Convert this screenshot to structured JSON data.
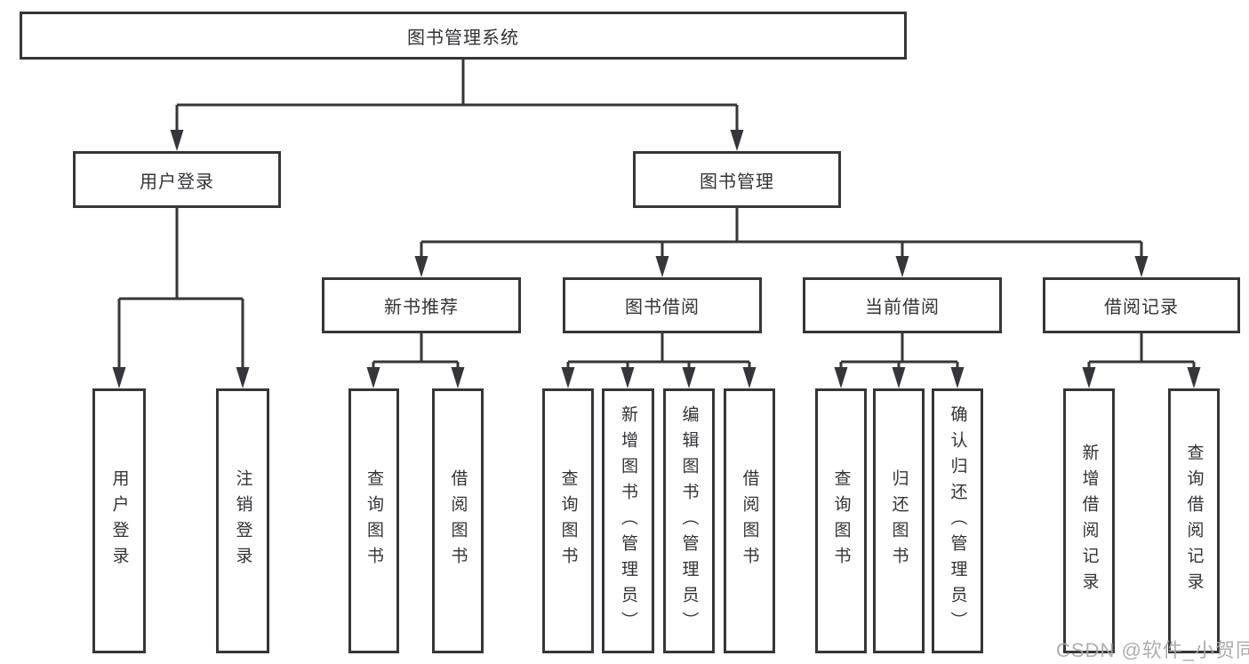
{
  "diagram_title": "图书管理系统",
  "tree": {
    "label": "图书管理系统",
    "children": [
      {
        "label": "用户登录",
        "children": [
          {
            "label": "用户登录"
          },
          {
            "label": "注销登录"
          }
        ]
      },
      {
        "label": "图书管理",
        "children": [
          {
            "label": "新书推荐",
            "children": [
              {
                "label": "查询图书"
              },
              {
                "label": "借阅图书"
              }
            ]
          },
          {
            "label": "图书借阅",
            "children": [
              {
                "label": "查询图书"
              },
              {
                "label": "新增图书（管理员）"
              },
              {
                "label": "编辑图书（管理员）"
              },
              {
                "label": "借阅图书"
              }
            ]
          },
          {
            "label": "当前借阅",
            "children": [
              {
                "label": "查询图书"
              },
              {
                "label": "归还图书"
              },
              {
                "label": "确认归还（管理员）"
              }
            ]
          },
          {
            "label": "借阅记录",
            "children": [
              {
                "label": "新增借阅记录"
              },
              {
                "label": "查询借阅记录"
              }
            ]
          }
        ]
      }
    ]
  },
  "watermark": {
    "text": "CSDN @软件_小贺同学"
  },
  "colors": {
    "line": "#36363a",
    "text": "#333338",
    "box_background": "#ffffff",
    "watermark": "#a8a8a8",
    "background": "#ffffff"
  }
}
